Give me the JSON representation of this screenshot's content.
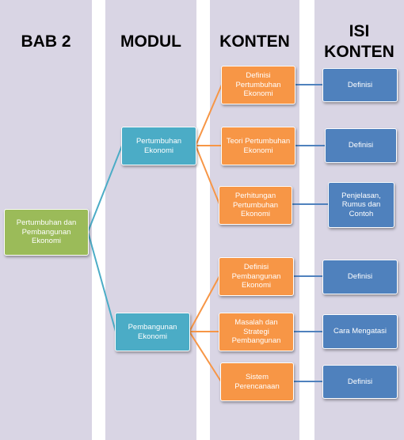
{
  "headers": {
    "bab": "BAB 2",
    "modul": "MODUL",
    "konten": "KONTEN",
    "isi_line1": "ISI",
    "isi_line2": "KONTEN"
  },
  "root": "Pertumbuhan dan Pembangunan Ekonomi",
  "modules": [
    {
      "label": "Pertumbuhan Ekonomi",
      "contents": [
        {
          "label": "Definisi Pertumbuhan Ekonomi",
          "isi": "Definisi"
        },
        {
          "label": "Teori Pertumbuhan Ekonomi",
          "isi": "Definisi"
        },
        {
          "label": "Perhitungan Pertumbuhan Ekonomi",
          "isi": "Penjelasan, Rumus dan Contoh"
        }
      ]
    },
    {
      "label": "Pembangunan Ekonomi",
      "contents": [
        {
          "label": "Definisi Pembangunan Ekonomi",
          "isi": "Definisi"
        },
        {
          "label": "Masalah dan Strategi Pembangunan",
          "isi": "Cara Mengatasi"
        },
        {
          "label": "Sistem Perencanaan",
          "isi": "Definisi"
        }
      ]
    }
  ],
  "colors": {
    "column_bg": "#d9d5e4",
    "root": "#9bbb59",
    "module": "#4bacc6",
    "content": "#f79646",
    "isi": "#4f81bd"
  }
}
